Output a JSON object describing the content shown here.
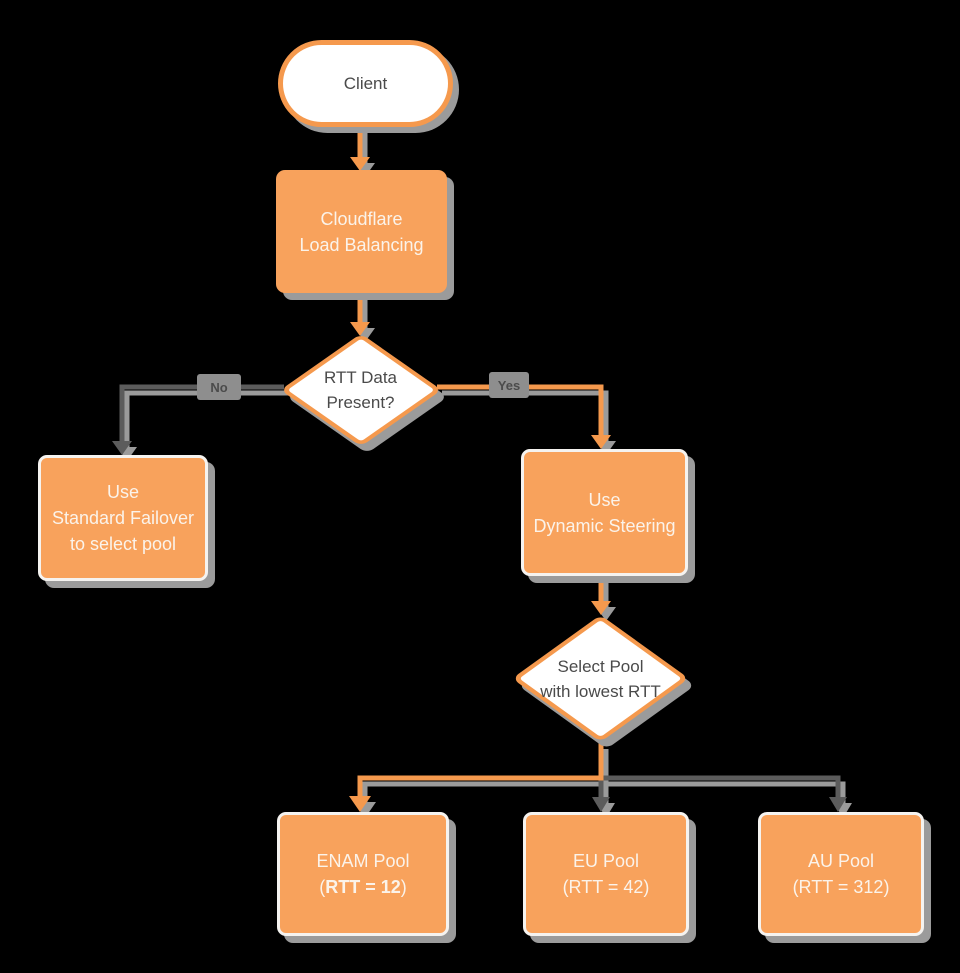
{
  "colors": {
    "background": "#000000",
    "node_fill_orange": "#F8A25C",
    "orange_line": "#F5994D",
    "connector": "#5C5C5C",
    "shadow": "#9B9B9B",
    "node_text_light": "#FBF3EA",
    "node_text_dark": "#4A4A4A",
    "edge_label_bg": "#8E8E8E",
    "edge_label_text": "#4B4B4B",
    "box_border_light": "#F5F3F0"
  },
  "nodes": {
    "client": {
      "label": "Client"
    },
    "cloudflare": {
      "lines": [
        "Cloudflare",
        "Load Balancing"
      ]
    },
    "rtt_decision": {
      "lines": [
        "RTT Data",
        "Present?"
      ]
    },
    "failover": {
      "lines": [
        "Use",
        "Standard Failover",
        "to select pool"
      ]
    },
    "dynamic_steering": {
      "lines": [
        "Use",
        "Dynamic Steering"
      ]
    },
    "select_pool": {
      "lines": [
        "Select Pool",
        "with lowest RTT"
      ]
    },
    "enam": {
      "line1": "ENAM Pool",
      "line2_open": "(",
      "line2_bold": "RTT = 12",
      "line2_close": ")"
    },
    "eu": {
      "lines": [
        "EU Pool",
        "(RTT = 42)"
      ]
    },
    "au": {
      "lines": [
        "AU Pool",
        "(RTT = 312)"
      ]
    }
  },
  "edge_labels": {
    "no": "No",
    "yes": "Yes"
  },
  "edges": [
    {
      "from": "Client",
      "to": "Cloudflare Load Balancing",
      "color": "orange"
    },
    {
      "from": "Cloudflare Load Balancing",
      "to": "RTT Data Present?",
      "color": "orange"
    },
    {
      "from": "RTT Data Present?",
      "to": "Use Standard Failover to select pool",
      "label": "No",
      "color": "gray"
    },
    {
      "from": "RTT Data Present?",
      "to": "Use Dynamic Steering",
      "label": "Yes",
      "color": "orange"
    },
    {
      "from": "Use Dynamic Steering",
      "to": "Select Pool with lowest RTT",
      "color": "orange"
    },
    {
      "from": "Select Pool with lowest RTT",
      "to": "ENAM Pool (RTT = 12)",
      "color": "orange"
    },
    {
      "from": "Select Pool with lowest RTT",
      "to": "EU Pool (RTT = 42)",
      "color": "gray"
    },
    {
      "from": "Select Pool with lowest RTT",
      "to": "AU Pool (RTT = 312)",
      "color": "gray"
    }
  ]
}
